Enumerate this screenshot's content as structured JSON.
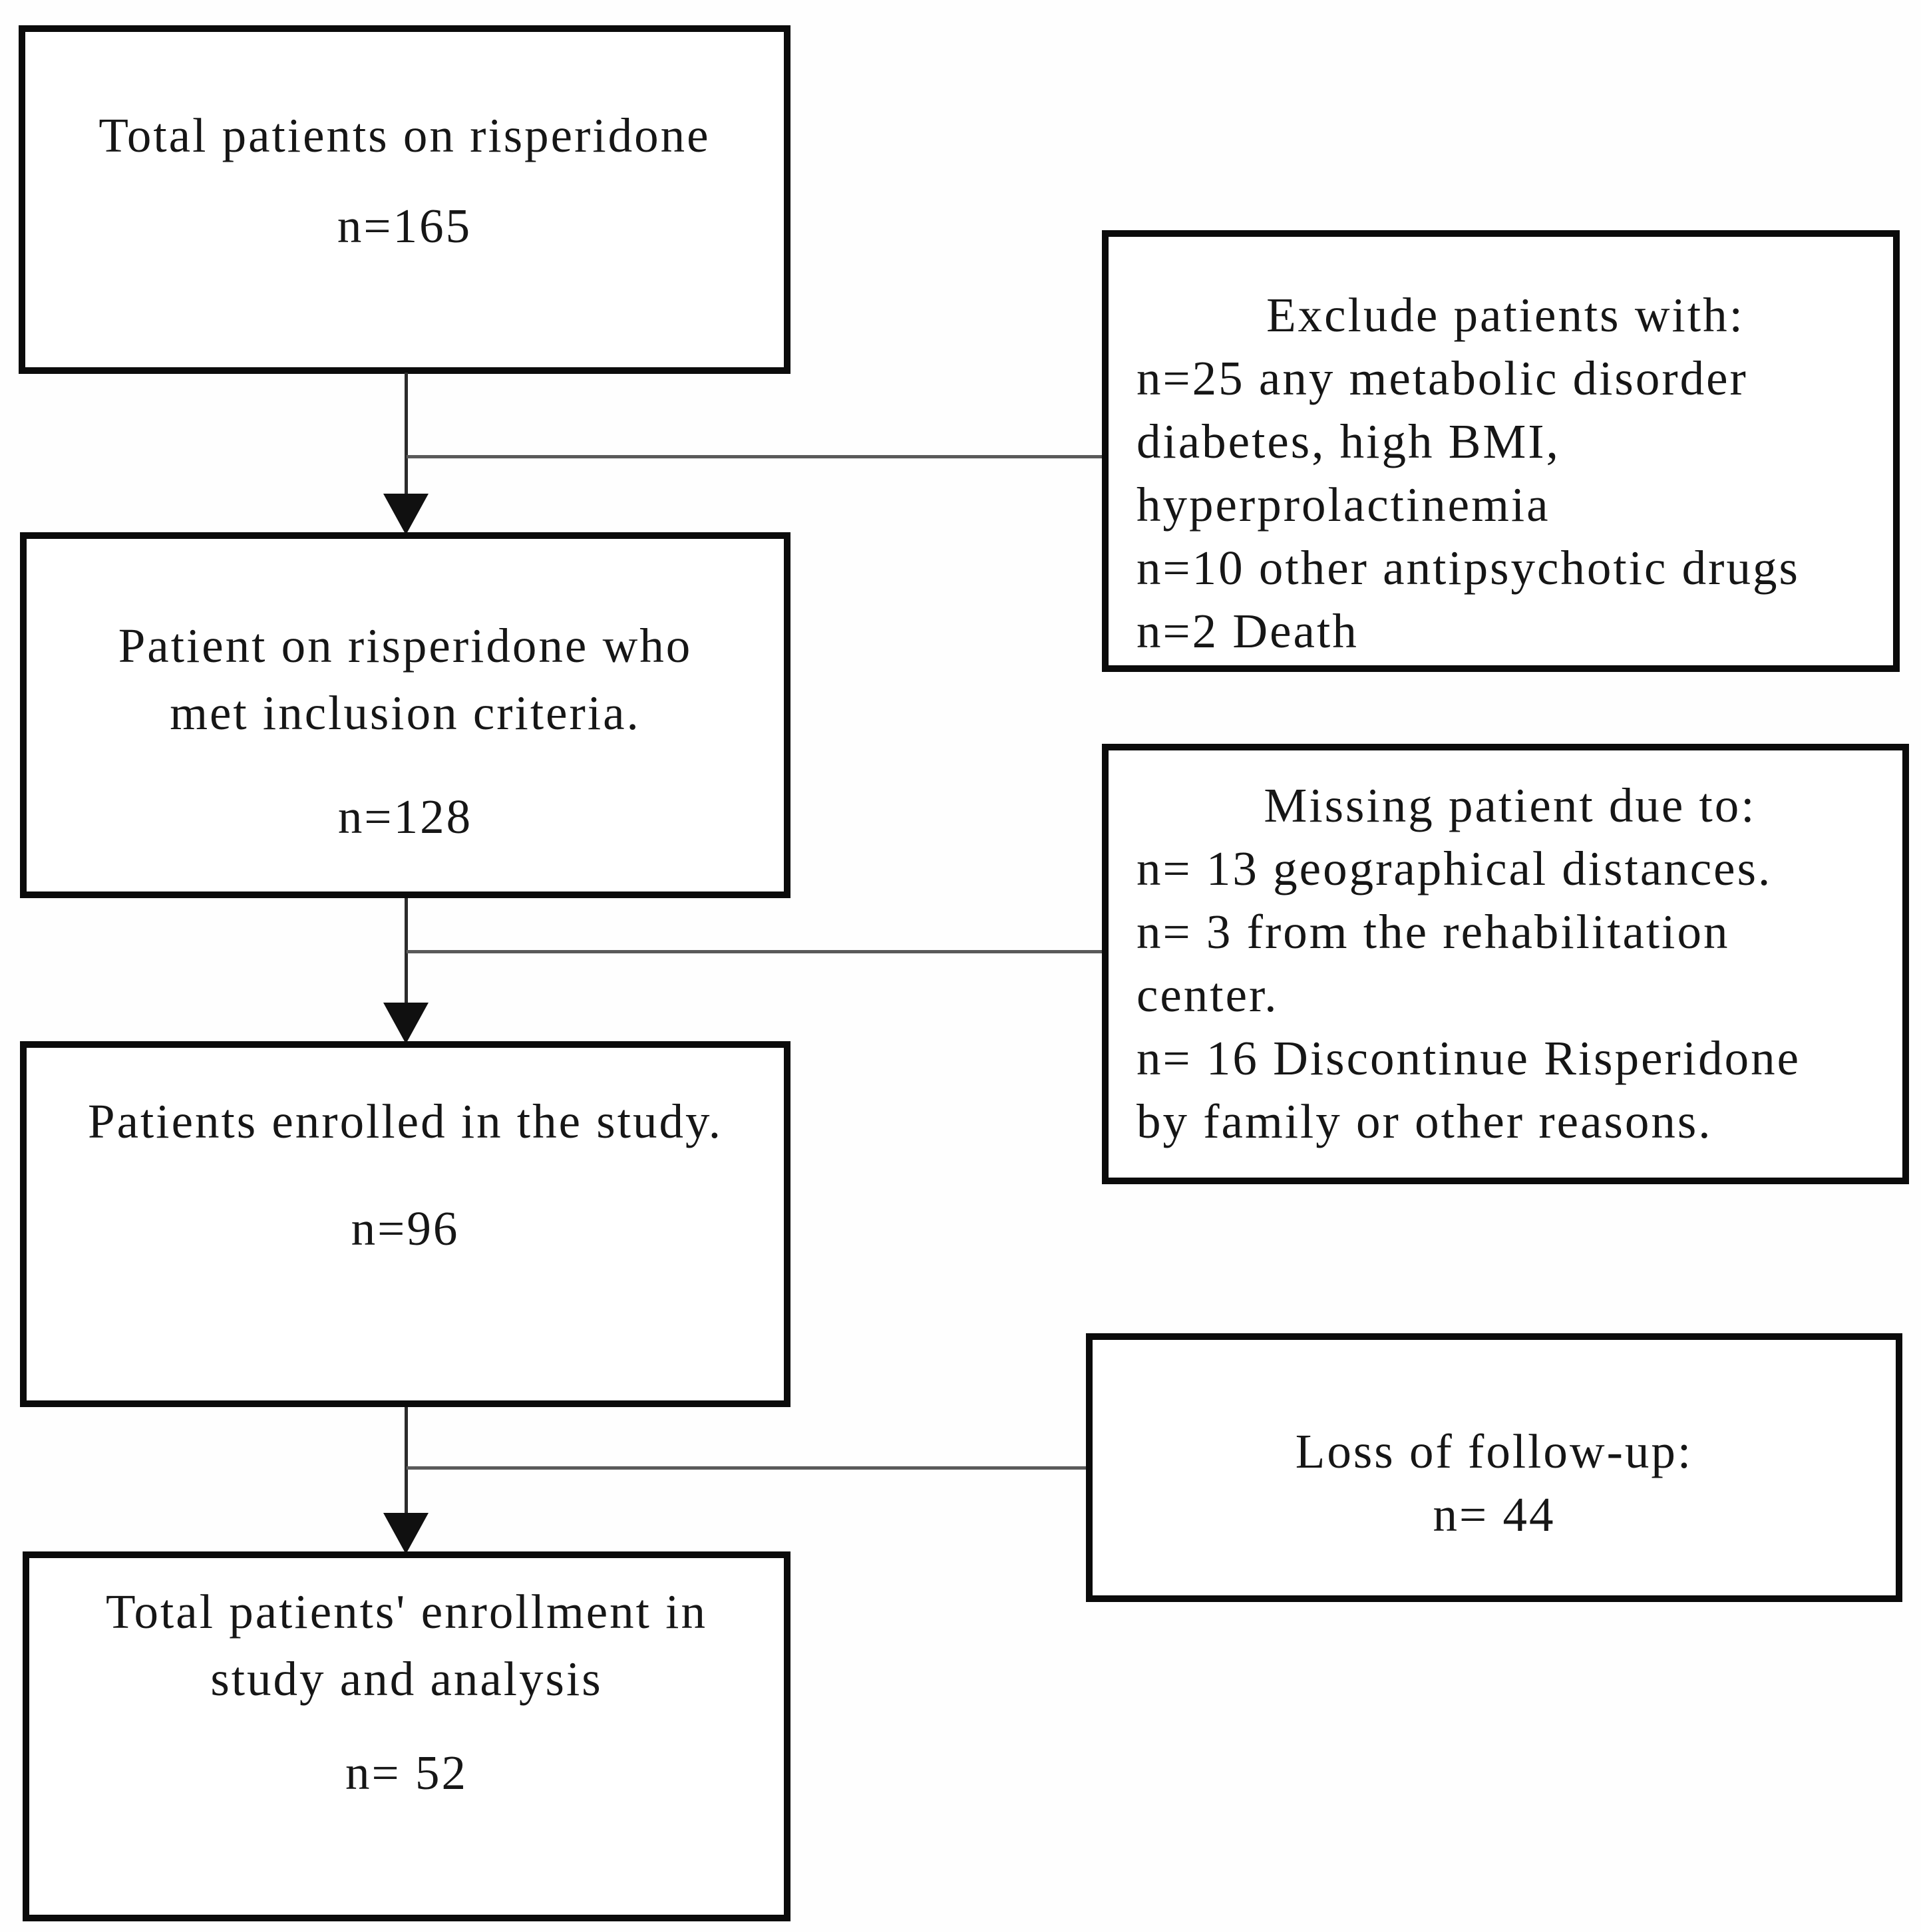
{
  "colors": {
    "box_border": "#0b0b0b",
    "text": "#161616",
    "vertical_connector": "#2b2b2b",
    "horizontal_connector": "#5a5a5a",
    "background": "#ffffff"
  },
  "boxes": {
    "total_patients": {
      "title": "Total patients on risperidone",
      "count": "n=165"
    },
    "exclude": {
      "heading": "Exclude patients with:",
      "lines": [
        "n=25 any metabolic disorder",
        "diabetes, high BMI,",
        "hyperprolactinemia",
        "n=10 other antipsychotic drugs",
        "n=2 Death"
      ]
    },
    "inclusion": {
      "title_lines": [
        "Patient on risperidone who",
        "met inclusion criteria."
      ],
      "count": "n=128"
    },
    "missing": {
      "heading": "Missing patient due to:",
      "lines": [
        "n= 13 geographical distances.",
        "n= 3 from the rehabilitation",
        "center.",
        "n= 16 Discontinue Risperidone",
        "by family or other reasons."
      ]
    },
    "enrolled": {
      "title": "Patients enrolled in the study.",
      "count": "n=96"
    },
    "loss_followup": {
      "heading": "Loss of follow-up:",
      "count": "n= 44"
    },
    "final_enrollment": {
      "title_lines": [
        "Total patients' enrollment in",
        "study and analysis"
      ],
      "count": "n= 52"
    }
  }
}
